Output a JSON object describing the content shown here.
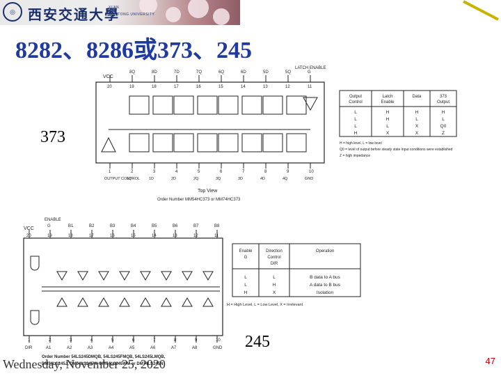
{
  "header": {
    "logo_cn": "西安交通大學",
    "logo_en_line1": "XI'AN",
    "logo_en_line2": "JIAOTONG UNIVERSITY"
  },
  "title": "8282、8286或373、245",
  "tags": {
    "top": "373",
    "bottom": "245"
  },
  "chip373": {
    "vcc": "VCC",
    "latch_enable": "LATCH ENABLE",
    "top_labels": [
      "8Q",
      "8D",
      "7D",
      "7Q",
      "6Q",
      "6D",
      "5D",
      "5Q",
      "G"
    ],
    "top_pins": [
      "20",
      "19",
      "18",
      "17",
      "16",
      "15",
      "14",
      "13",
      "12",
      "11"
    ],
    "bottom_pins": [
      "1",
      "2",
      "3",
      "4",
      "5",
      "6",
      "7",
      "8",
      "9",
      "10"
    ],
    "bottom_labels": [
      "OUTPUT CONTROL",
      "1Q",
      "1D",
      "2D",
      "2Q",
      "3Q",
      "3D",
      "4D",
      "4Q",
      "GND"
    ],
    "top_view": "Top View",
    "order": "Order Number MM54HC373 or MM74HC373",
    "table_headers": [
      "Output Control",
      "Latch Enable",
      "Data",
      "373 Output"
    ],
    "table_rows": [
      [
        "L",
        "H",
        "H",
        "H"
      ],
      [
        "L",
        "H",
        "L",
        "L"
      ],
      [
        "L",
        "L",
        "X",
        "Q0"
      ],
      [
        "H",
        "X",
        "X",
        "Z"
      ]
    ],
    "notes": [
      "H = high level, L = low level",
      "Q0 = level of output before steady state input conditions were established",
      "Z = high impedance"
    ]
  },
  "chip245": {
    "vcc": "VCC",
    "enable": "ENABLE",
    "top_labels": [
      "G",
      "B1",
      "B2",
      "B3",
      "B4",
      "B5",
      "B6",
      "B7",
      "B8"
    ],
    "top_pins": [
      "20",
      "19",
      "18",
      "17",
      "16",
      "15",
      "14",
      "13",
      "12",
      "11"
    ],
    "bottom_pins": [
      "1",
      "2",
      "3",
      "4",
      "5",
      "6",
      "7",
      "8",
      "9",
      "10"
    ],
    "bottom_labels": [
      "DIR",
      "A1",
      "A2",
      "A3",
      "A4",
      "A5",
      "A6",
      "A7",
      "A8",
      "GND"
    ],
    "order_lines": [
      "Order Number 54LS245DMQB, 54LS245FMQB, 54LS245LMQB,",
      "DM54LS245J, DM54LS245W, DM74LS245WM or DM74LS245N"
    ],
    "table_headers": [
      "Enable G",
      "Direction Control DIR",
      "Operation"
    ],
    "table_rows": [
      [
        "L",
        "L",
        "B data to A bus"
      ],
      [
        "L",
        "H",
        "A data to B bus"
      ],
      [
        "H",
        "X",
        "Isolation"
      ]
    ],
    "note": "H = High Level, L = Low Level, X = Irrelevant"
  },
  "footer": {
    "date": "Wednesday, November 25, 2020",
    "page": "47"
  },
  "colors": {
    "title": "#1f3aa0",
    "page_number": "#c00000",
    "logo": "#1b2f6b"
  }
}
